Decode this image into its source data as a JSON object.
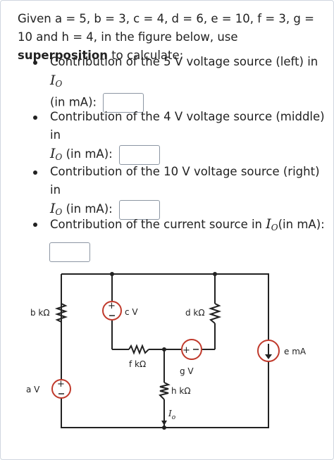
{
  "intro": {
    "part1": "Given a = 5, b = 3, c = 4, d = 6, e = 10, f = 3, g = 10 and h = 4, in the figure below, use ",
    "bold": "superposition",
    "part2": " to calculate:"
  },
  "questions": [
    {
      "text": "Contribution of the 5 V voltage source (left) in ",
      "var": "I",
      "sub": "O",
      "unit": "(in mA):",
      "value": ""
    },
    {
      "text": "Contribution of the 4 V voltage source (middle) in",
      "var": "I",
      "sub": "O",
      "unit": "(in mA):",
      "value": ""
    },
    {
      "text": "Contribution of the 10 V voltage source (right) in",
      "var": "I",
      "sub": "O",
      "unit": "(in mA):",
      "value": ""
    },
    {
      "text": "Contribution of the current source in ",
      "var": "I",
      "sub": "O",
      "unit": "(in mA):",
      "value": ""
    }
  ],
  "circuit": {
    "labels": {
      "b": "b kΩ",
      "a": "a V",
      "c": "c V",
      "d": "d kΩ",
      "f": "f kΩ",
      "g": "g V",
      "h": "h kΩ",
      "e": "e mA",
      "io": "I",
      "io_sub": "o"
    },
    "wire_color": "#222222",
    "source_color": "#c0392b"
  }
}
